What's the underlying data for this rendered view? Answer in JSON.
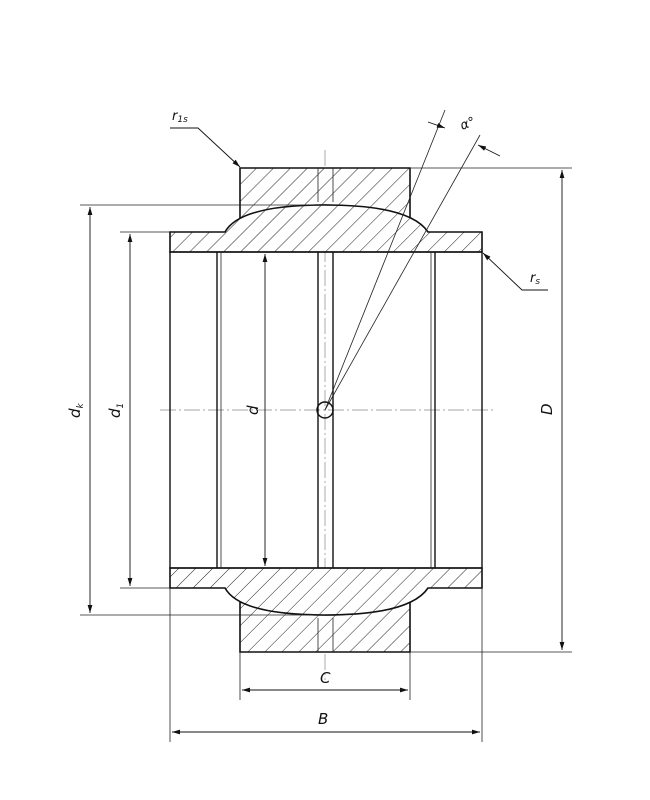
{
  "labels": {
    "dk": "d",
    "dk_sub": "k",
    "d1": "d",
    "d1_sub": "1",
    "d": "d",
    "D": "D",
    "C": "C",
    "B": "B",
    "alpha": "α°",
    "r1s": "r",
    "r1s_sub": "1s",
    "rs": "r",
    "rs_sub": "s"
  }
}
